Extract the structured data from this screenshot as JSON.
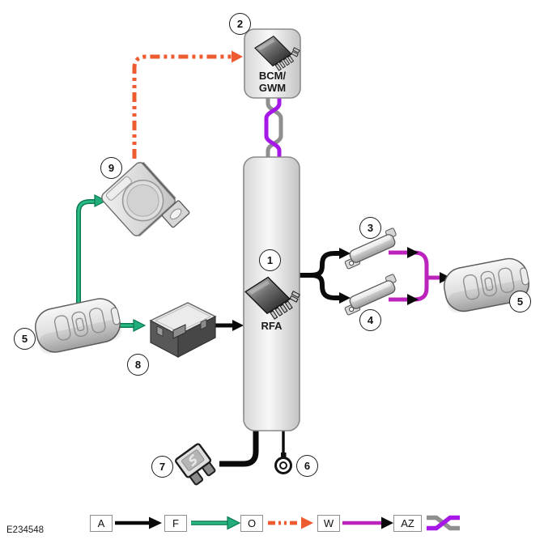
{
  "figure": {
    "id": "E234548"
  },
  "modules": {
    "bcm": {
      "line1": "BCM/",
      "line2": "GWM"
    },
    "rfa": {
      "label": "RFA"
    }
  },
  "callouts": {
    "rfa_module": "1",
    "bcm_module": "2",
    "antenna_top": "3",
    "antenna_bottom": "4",
    "key_fob_left": "5",
    "key_fob_right": "5",
    "ground": "6",
    "fuse": "7",
    "battery": "8",
    "receiver": "9"
  },
  "legend": {
    "items": [
      {
        "code": "A",
        "line_style": "solid-black-arrow"
      },
      {
        "code": "F",
        "line_style": "solid-green-arrow"
      },
      {
        "code": "O",
        "line_style": "dash-dot-orange-arrow"
      },
      {
        "code": "W",
        "line_style": "solid-magenta-arrow-black-head"
      },
      {
        "code": "AZ",
        "line_style": "twisted-pair-purple-gray"
      }
    ]
  },
  "colors": {
    "black_wire": "#0a0a0a",
    "green_wire": "#22AD7A",
    "green_dark": "#0B7A50",
    "orange_wire": "#EE5B30",
    "magenta_wire": "#BC23BC",
    "purple_pair": "#A518E8",
    "gray_pair": "#8F8F8F"
  }
}
